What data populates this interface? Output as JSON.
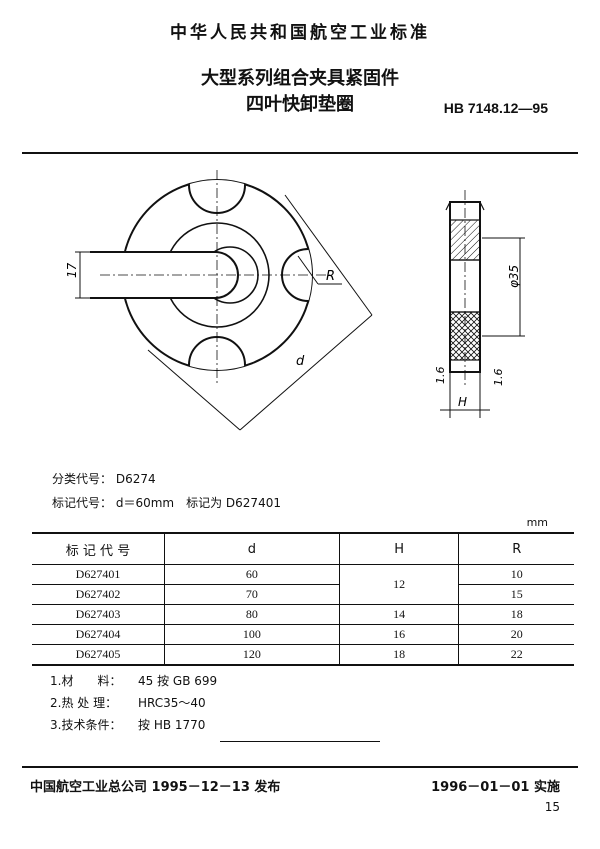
{
  "header": "中华人民共和国航空工业标准",
  "title_line1": "大型系列组合夹具紧固件",
  "title_line2": "四叶快卸垫圈",
  "standard_code": "HB 7148.12—95",
  "drawing": {
    "dim_17": "17",
    "dim_R": "R",
    "dim_d": "d",
    "dim_phi35": "φ35",
    "dim_H": "H",
    "dim_16a": "1.6",
    "dim_16b": "1.6"
  },
  "classification": {
    "label": "分类代号：",
    "value": "D6274"
  },
  "marking": {
    "label": "标记代号：",
    "value": "d＝60mm　标记为 D627401"
  },
  "unit": "mm",
  "table": {
    "headers": [
      "标 记 代 号",
      "d",
      "H",
      "R"
    ],
    "rows": [
      {
        "code": "D627401",
        "d": "60",
        "H": "12",
        "R": "10"
      },
      {
        "code": "D627402",
        "d": "70",
        "H": "",
        "R": "15"
      },
      {
        "code": "D627403",
        "d": "80",
        "H": "14",
        "R": "18"
      },
      {
        "code": "D627404",
        "d": "100",
        "H": "16",
        "R": "20"
      },
      {
        "code": "D627405",
        "d": "120",
        "H": "18",
        "R": "22"
      }
    ]
  },
  "notes": [
    {
      "label": "1.材　　料：",
      "value": "45 按 GB 699"
    },
    {
      "label": "2.热 处 理：",
      "value": "HRC35～40"
    },
    {
      "label": "3.技术条件：",
      "value": "按 HB 1770"
    }
  ],
  "footer_left": "中国航空工业总公司 1995－12－13 发布",
  "footer_right": "1996－01－01 实施",
  "page_number": "15"
}
